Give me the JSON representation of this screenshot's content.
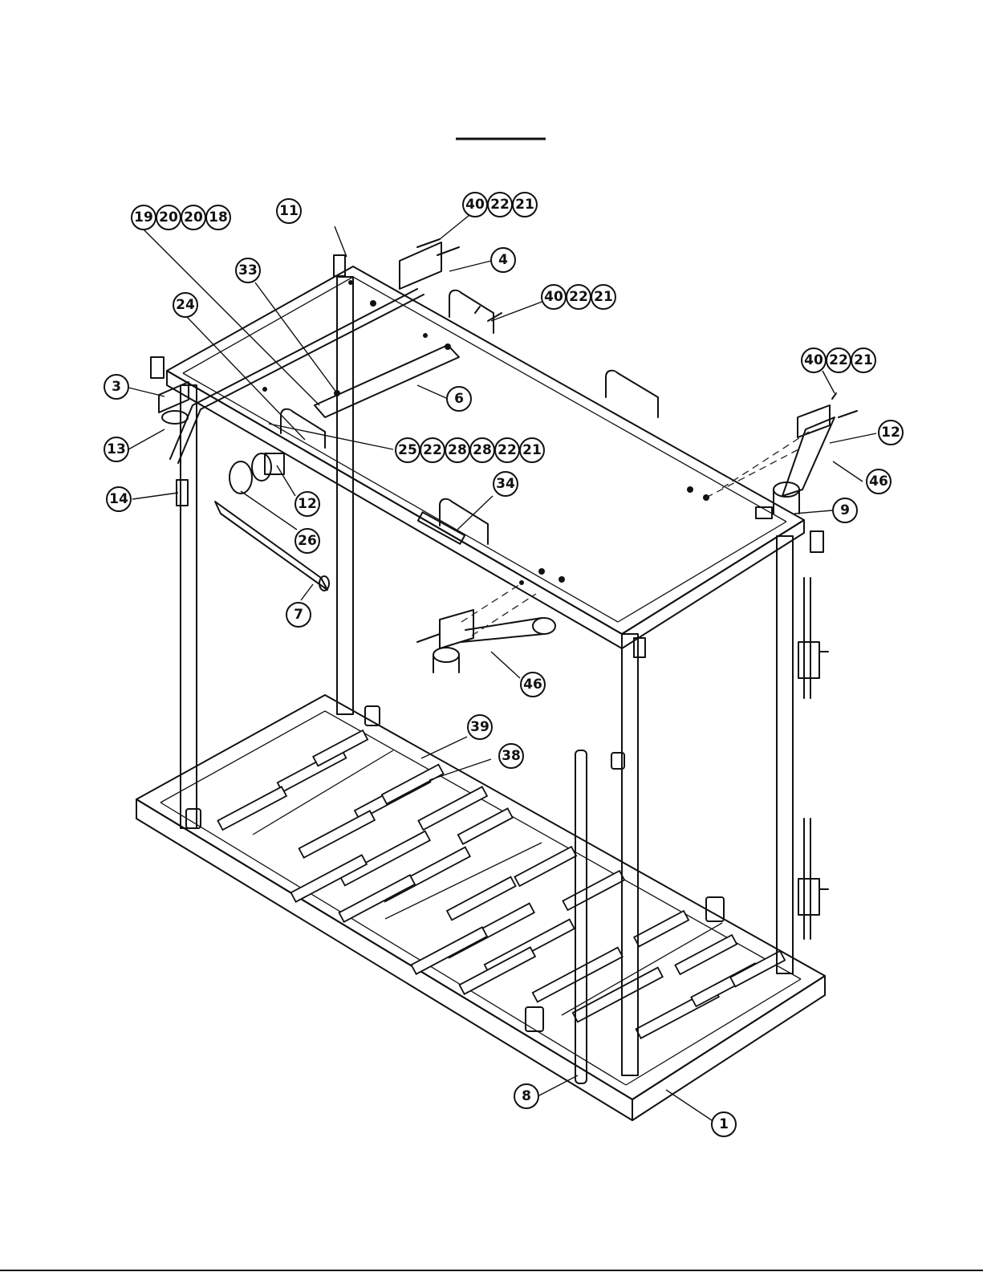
{
  "callouts": [
    {
      "id": "c-19-20-20-18",
      "labels": [
        "19",
        "20",
        "20",
        "18"
      ]
    },
    {
      "id": "c-11",
      "labels": [
        "11"
      ]
    },
    {
      "id": "c-40-22-21-a",
      "labels": [
        "40",
        "22",
        "21"
      ]
    },
    {
      "id": "c-4",
      "labels": [
        "4"
      ]
    },
    {
      "id": "c-33",
      "labels": [
        "33"
      ]
    },
    {
      "id": "c-40-22-21-b",
      "labels": [
        "40",
        "22",
        "21"
      ]
    },
    {
      "id": "c-24",
      "labels": [
        "24"
      ]
    },
    {
      "id": "c-40-22-21-c",
      "labels": [
        "40",
        "22",
        "21"
      ]
    },
    {
      "id": "c-3",
      "labels": [
        "3"
      ]
    },
    {
      "id": "c-6",
      "labels": [
        "6"
      ]
    },
    {
      "id": "c-13",
      "labels": [
        "13"
      ]
    },
    {
      "id": "c-25-22-28-28-22-21",
      "labels": [
        "25",
        "22",
        "28",
        "28",
        "22",
        "21"
      ]
    },
    {
      "id": "c-12-right",
      "labels": [
        "12"
      ]
    },
    {
      "id": "c-14",
      "labels": [
        "14"
      ]
    },
    {
      "id": "c-12-left",
      "labels": [
        "12"
      ]
    },
    {
      "id": "c-46-right",
      "labels": [
        "46"
      ]
    },
    {
      "id": "c-34",
      "labels": [
        "34"
      ]
    },
    {
      "id": "c-9",
      "labels": [
        "9"
      ]
    },
    {
      "id": "c-26",
      "labels": [
        "26"
      ]
    },
    {
      "id": "c-7",
      "labels": [
        "7"
      ]
    },
    {
      "id": "c-46-mid",
      "labels": [
        "46"
      ]
    },
    {
      "id": "c-39",
      "labels": [
        "39"
      ]
    },
    {
      "id": "c-38",
      "labels": [
        "38"
      ]
    },
    {
      "id": "c-8",
      "labels": [
        "8"
      ]
    },
    {
      "id": "c-1",
      "labels": [
        "1"
      ]
    }
  ]
}
